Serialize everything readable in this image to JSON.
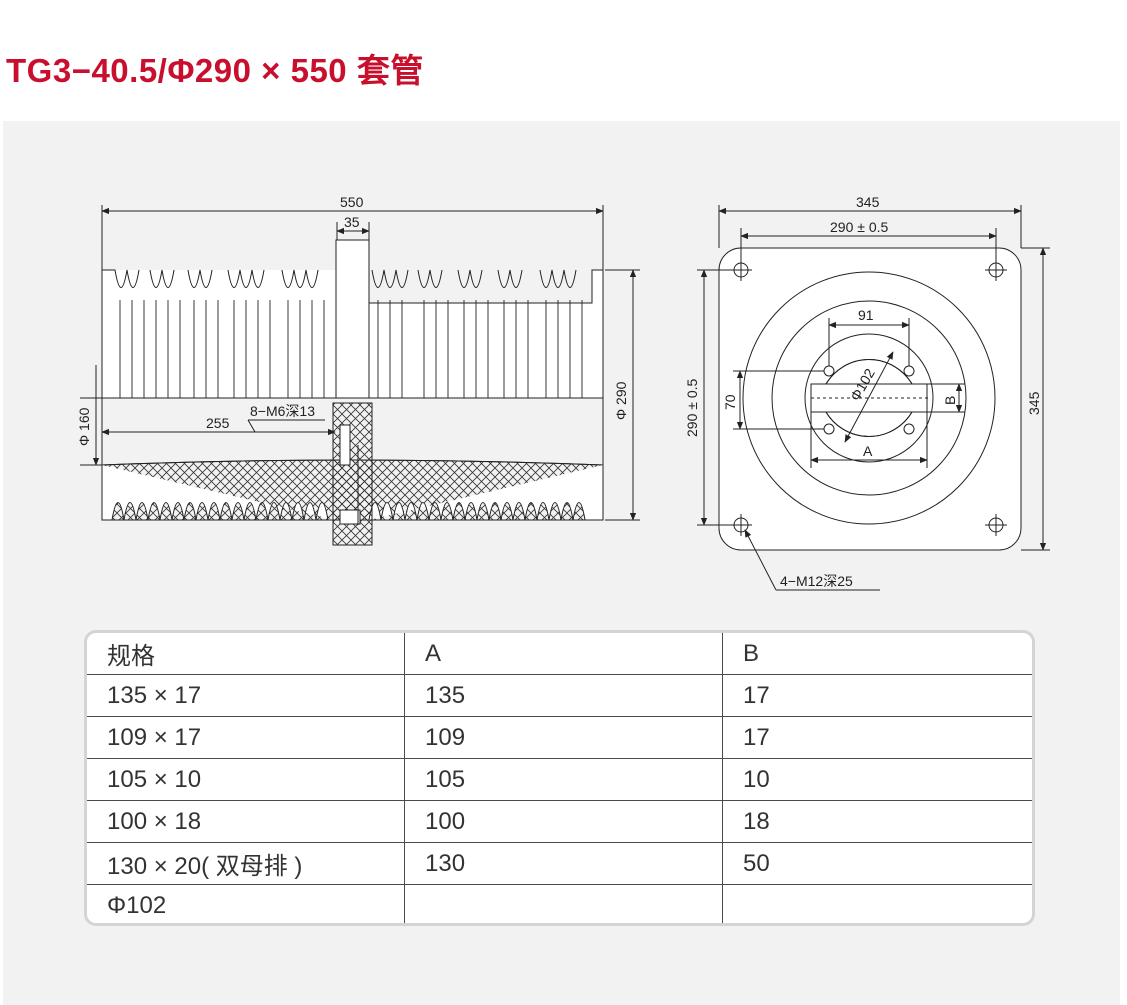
{
  "header": {
    "title": "TG3−40.5/Φ290 × 550 套管"
  },
  "drawing": {
    "side_view": {
      "dim_overall_length": "550",
      "dim_flange_width": "35",
      "dim_outer_diameter": "Φ 290",
      "dim_inner_diameter": "Φ 160",
      "dim_offset": "255",
      "note_threads": "8−M6深13"
    },
    "end_view": {
      "dim_plate_width": "345",
      "dim_hole_spacing_h": "290 ± 0.5",
      "dim_hole_spacing_v": "290 ± 0.5",
      "dim_plate_height": "345",
      "dim_91": "91",
      "dim_70": "70",
      "dim_bore": "Φ102",
      "label_a": "A",
      "label_b": "B",
      "note_mounting": "4−M12深25"
    }
  },
  "table": {
    "headers": [
      "规格",
      "A",
      "B"
    ],
    "rows": [
      [
        "135 × 17",
        "135",
        "17"
      ],
      [
        "109 × 17",
        "109",
        "17"
      ],
      [
        "105 × 10",
        "105",
        "10"
      ],
      [
        "100 × 18",
        "100",
        "18"
      ],
      [
        "130 × 20( 双母排 )",
        "130",
        "50"
      ],
      [
        "Φ102",
        "",
        ""
      ]
    ]
  },
  "colors": {
    "title": "#c8102e",
    "panel_bg": "#f2f2f2",
    "line": "#222222"
  }
}
